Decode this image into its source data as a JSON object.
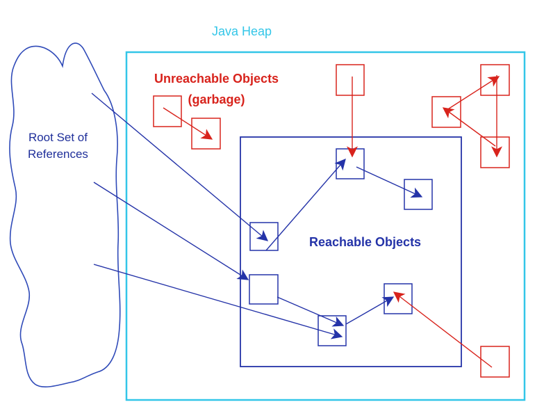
{
  "labels": {
    "heap_title": "Java Heap",
    "unreachable_line1": "Unreachable Objects",
    "unreachable_line2": "(garbage)",
    "root_line1": "Root Set of",
    "root_line2": "References",
    "reachable": "Reachable Objects"
  },
  "colors": {
    "heap_border": "#33c6e8",
    "reachable": "#2433a8",
    "unreachable": "#d8231c",
    "root_cloud": "#2f4ab8"
  }
}
